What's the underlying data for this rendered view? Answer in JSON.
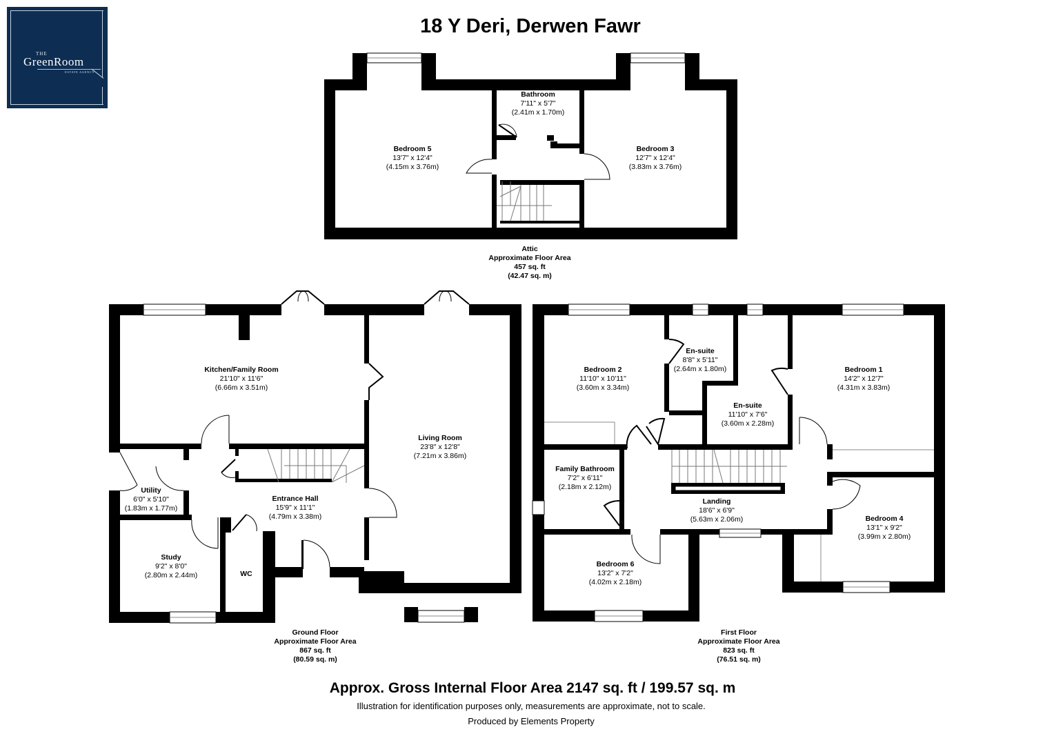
{
  "logo": {
    "the": "THE",
    "name": "GreenRoom",
    "sub": "ESTATE AGENCY",
    "bg_color": "#0d2d52"
  },
  "title": "18 Y Deri, Derwen Fawr",
  "floors": {
    "attic": {
      "label": "Attic",
      "area_label": "Approximate Floor Area",
      "sqft": "457 sq. ft",
      "sqm": "(42.47 sq. m)",
      "rooms": [
        {
          "name": "Bedroom 5",
          "imperial": "13'7\" x 12'4\"",
          "metric": "(4.15m x 3.76m)"
        },
        {
          "name": "Bathroom",
          "imperial": "7'11\" x 5'7\"",
          "metric": "(2.41m x 1.70m)"
        },
        {
          "name": "Bedroom 3",
          "imperial": "12'7\" x 12'4\"",
          "metric": "(3.83m x 3.76m)"
        }
      ]
    },
    "ground": {
      "label": "Ground Floor",
      "area_label": "Approximate Floor Area",
      "sqft": "867 sq. ft",
      "sqm": "(80.59 sq. m)",
      "rooms": [
        {
          "name": "Kitchen/Family Room",
          "imperial": "21'10\" x 11'6\"",
          "metric": "(6.66m x 3.51m)"
        },
        {
          "name": "Living Room",
          "imperial": "23'8\" x 12'8\"",
          "metric": "(7.21m x 3.86m)"
        },
        {
          "name": "Utility",
          "imperial": "6'0\" x 5'10\"",
          "metric": "(1.83m x 1.77m)"
        },
        {
          "name": "Entrance Hall",
          "imperial": "15'9\" x 11'1\"",
          "metric": "(4.79m x 3.38m)"
        },
        {
          "name": "Study",
          "imperial": "9'2\" x 8'0\"",
          "metric": "(2.80m x 2.44m)"
        },
        {
          "name": "WC",
          "imperial": "",
          "metric": ""
        }
      ]
    },
    "first": {
      "label": "First Floor",
      "area_label": "Approximate Floor Area",
      "sqft": "823 sq. ft",
      "sqm": "(76.51 sq. m)",
      "rooms": [
        {
          "name": "Bedroom 2",
          "imperial": "11'10\" x 10'11\"",
          "metric": "(3.60m x 3.34m)"
        },
        {
          "name": "En-suite",
          "imperial": "8'8\" x 5'11\"",
          "metric": "(2.64m x 1.80m)"
        },
        {
          "name": "En-suite",
          "imperial": "11'10\" x 7'6\"",
          "metric": "(3.60m x 2.28m)"
        },
        {
          "name": "Bedroom 1",
          "imperial": "14'2\" x 12'7\"",
          "metric": "(4.31m x 3.83m)"
        },
        {
          "name": "Family Bathroom",
          "imperial": "7'2\" x 6'11\"",
          "metric": "(2.18m x 2.12m)"
        },
        {
          "name": "Landing",
          "imperial": "18'6\" x 6'9\"",
          "metric": "(5.63m x 2.06m)"
        },
        {
          "name": "Bedroom 4",
          "imperial": "13'1\" x 9'2\"",
          "metric": "(3.99m x 2.80m)"
        },
        {
          "name": "Bedroom 6",
          "imperial": "13'2\" x 7'2\"",
          "metric": "(4.02m x 2.18m)"
        }
      ]
    }
  },
  "footer": {
    "gross_area": "Approx. Gross Internal Floor Area 2147 sq. ft / 199.57 sq. m",
    "disclaimer": "Illustration for identification purposes only, measurements are approximate, not to scale.",
    "producer": "Produced by Elements Property"
  }
}
